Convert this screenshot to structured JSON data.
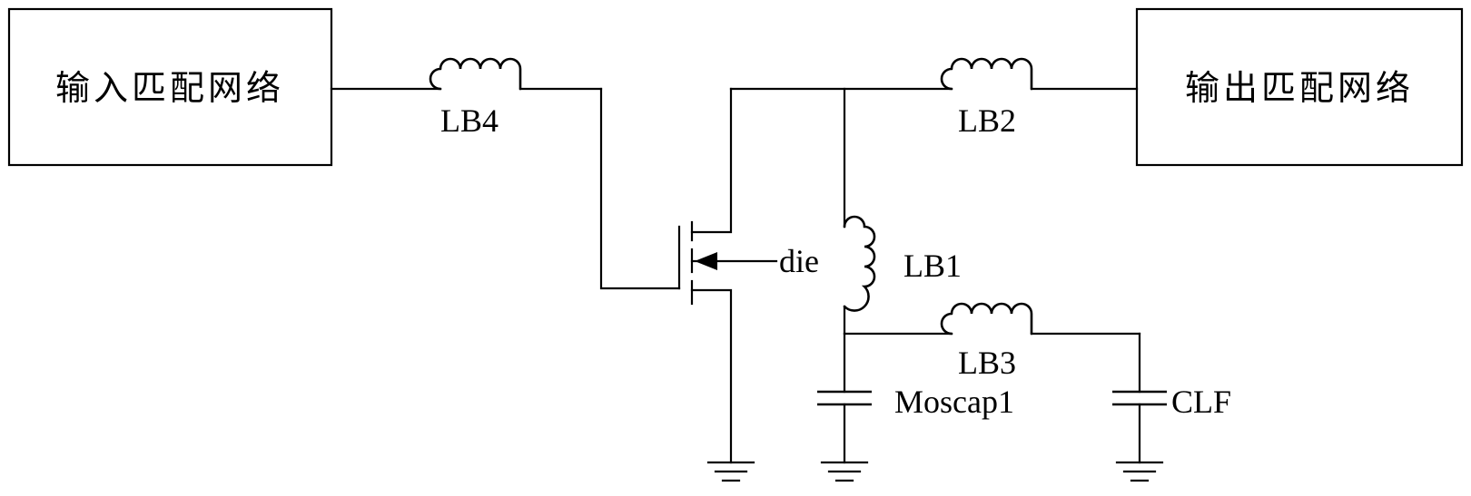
{
  "blocks": {
    "input_network": "输入匹配网络",
    "output_network": "输出匹配网络"
  },
  "labels": {
    "lb4": "LB4",
    "lb2": "LB2",
    "lb1": "LB1",
    "lb3": "LB3",
    "die": "die",
    "moscap1": "Moscap1",
    "clf": "CLF"
  }
}
